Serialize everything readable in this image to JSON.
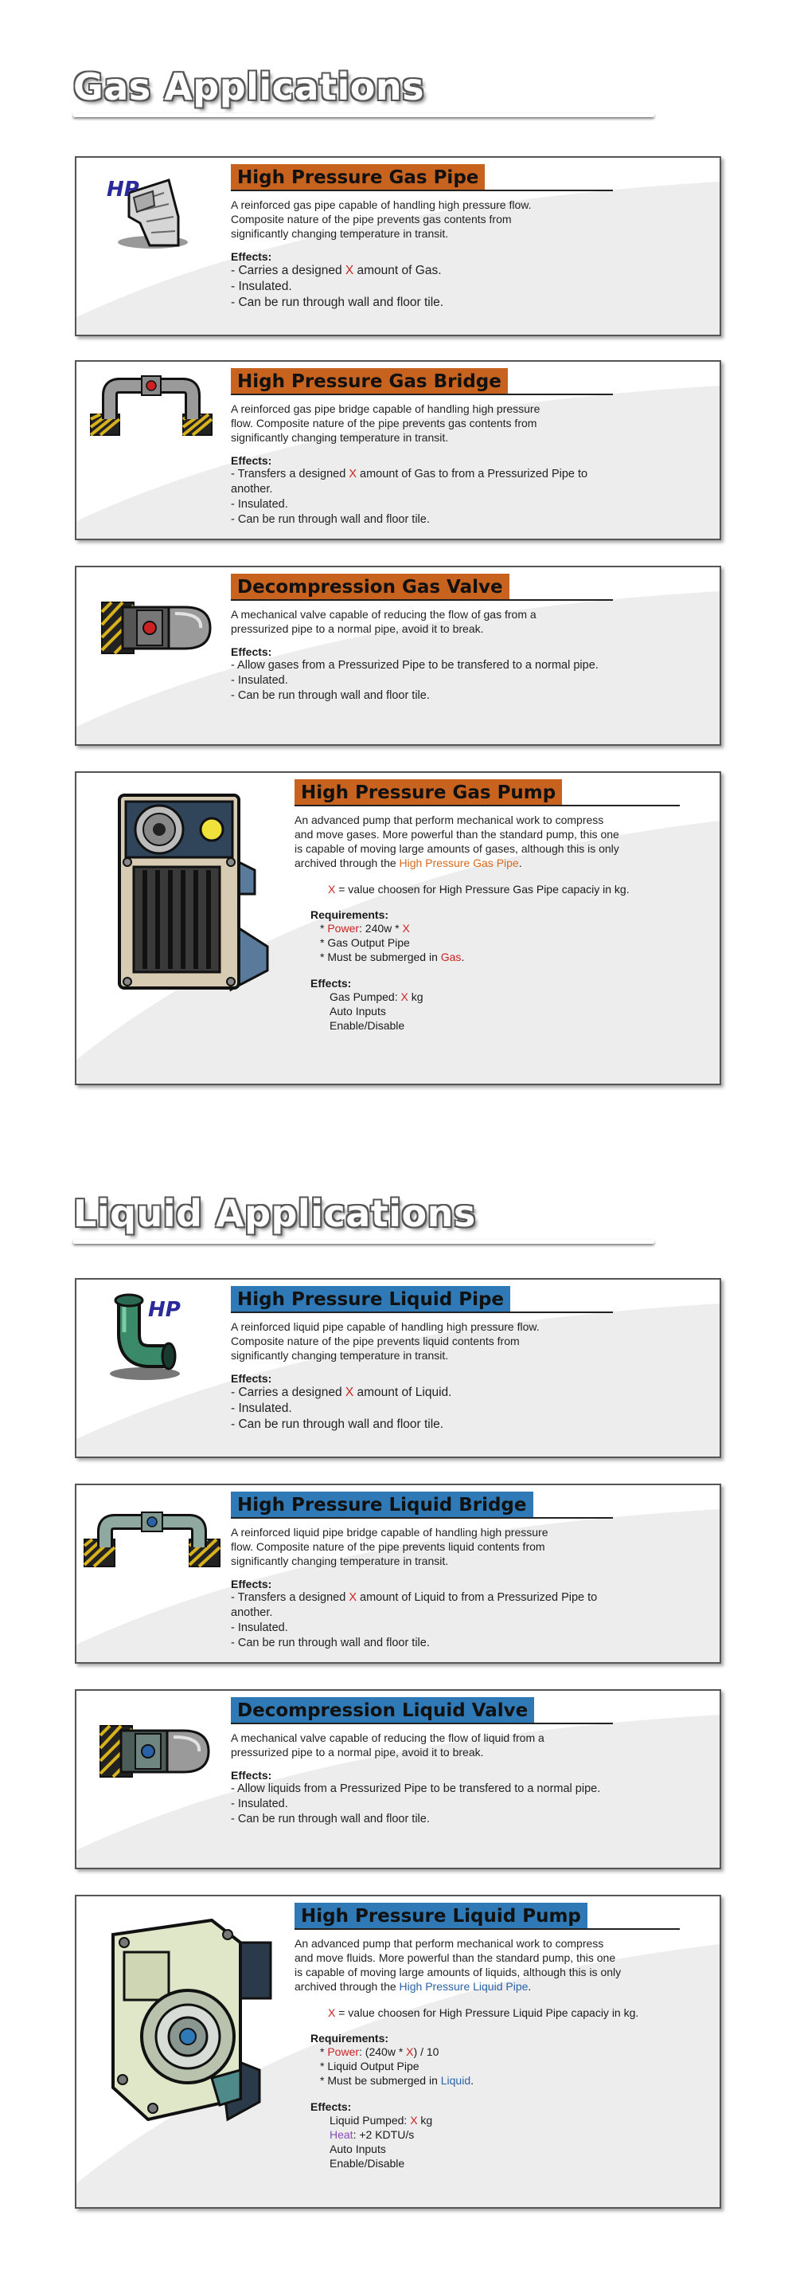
{
  "colors": {
    "gas_accent": "#c7621f",
    "liquid_accent": "#2f7ab6",
    "x_red": "#cc2222"
  },
  "gas_section": {
    "title": "Gas Applications",
    "hp_pipe": {
      "icon": "hp-gas-pipe-icon",
      "badge": "HP",
      "title": "High Pressure Gas Pipe",
      "desc": [
        "A reinforced gas pipe capable of handling high pressure flow.",
        "Composite nature of the pipe prevents gas contents from",
        "significantly changing temperature in transit."
      ],
      "effects_label": "Effects:",
      "effects": [
        {
          "pre": "- Carries a designed ",
          "x": "X",
          "post": " amount of Gas."
        },
        {
          "pre": "- Insulated.",
          "x": "",
          "post": ""
        },
        {
          "pre": "- Can be run through wall and floor tile.",
          "x": "",
          "post": ""
        }
      ]
    },
    "bridge": {
      "icon": "gas-bridge-icon",
      "title": "High Pressure Gas Bridge",
      "desc": [
        "A reinforced gas pipe bridge capable of handling high pressure",
        "flow. Composite nature of the pipe prevents gas contents from",
        "significantly changing temperature in transit."
      ],
      "effects_label": "Effects:",
      "effects": [
        {
          "pre": "- Transfers a designed ",
          "x": "X",
          "post": " amount of Gas to from a Pressurized Pipe to"
        },
        {
          "pre": "another.",
          "x": "",
          "post": ""
        },
        {
          "pre": "- Insulated.",
          "x": "",
          "post": ""
        },
        {
          "pre": "- Can be run through wall and floor tile.",
          "x": "",
          "post": ""
        }
      ]
    },
    "valve": {
      "icon": "gas-valve-icon",
      "title": "Decompression Gas Valve",
      "desc": [
        "A mechanical valve capable of reducing the flow of gas from a",
        "pressurized pipe to a normal pipe, avoid it to break."
      ],
      "effects_label": "Effects:",
      "effects": [
        {
          "pre": "- Allow gases from a Pressurized Pipe to be transfered to a normal pipe.",
          "x": "",
          "post": ""
        },
        {
          "pre": "- Insulated.",
          "x": "",
          "post": ""
        },
        {
          "pre": "- Can be run through wall and floor tile.",
          "x": "",
          "post": ""
        }
      ]
    },
    "pump": {
      "icon": "gas-pump-icon",
      "title": "High Pressure Gas Pump",
      "desc_lines": [
        "An advanced pump that perform mechanical work to compress",
        "and move gases. More powerful than the standard pump, this one",
        "is capable of moving large amounts of gases, although this is only"
      ],
      "desc_last_pre": "archived through the ",
      "desc_link": "High Pressure Gas Pipe",
      "desc_last_post": ".",
      "note_x": "X",
      "note_rest": " = value choosen for High Pressure Gas Pipe capaciy in kg.",
      "req_label": "Requirements:",
      "req_power_pre": "* ",
      "req_power_label": "Power",
      "req_power_mid": ": 240w * ",
      "req_power_x": "X",
      "req_power_post": "",
      "req_2": "* Gas Output Pipe",
      "req_3_pre": "* Must be submerged in ",
      "req_3_word": "Gas",
      "req_3_post": ".",
      "eff_label": "Effects:",
      "eff_1_pre": "Gas Pumped: ",
      "eff_1_x": "X",
      "eff_1_post": " kg",
      "eff_2": "Auto Inputs",
      "eff_3": "Enable/Disable"
    }
  },
  "liquid_section": {
    "title": "Liquid Applications",
    "hp_pipe": {
      "icon": "hp-liquid-pipe-icon",
      "badge": "HP",
      "title": "High Pressure Liquid Pipe",
      "desc": [
        "A reinforced liquid pipe capable of handling high pressure flow.",
        "Composite nature of the pipe prevents liquid contents from",
        "significantly changing temperature in transit."
      ],
      "effects_label": "Effects:",
      "effects": [
        {
          "pre": "- Carries a designed ",
          "x": "X",
          "post": " amount of Liquid."
        },
        {
          "pre": "- Insulated.",
          "x": "",
          "post": ""
        },
        {
          "pre": "- Can be run through wall and floor tile.",
          "x": "",
          "post": ""
        }
      ]
    },
    "bridge": {
      "icon": "liquid-bridge-icon",
      "title": "High Pressure Liquid Bridge",
      "desc": [
        "A reinforced liquid pipe bridge capable of handling high pressure",
        "flow. Composite nature of the pipe prevents liquid contents from",
        "significantly changing temperature in transit."
      ],
      "effects_label": "Effects:",
      "effects": [
        {
          "pre": "- Transfers a designed ",
          "x": "X",
          "post": " amount of Liquid to from a Pressurized Pipe to"
        },
        {
          "pre": "another.",
          "x": "",
          "post": ""
        },
        {
          "pre": "- Insulated.",
          "x": "",
          "post": ""
        },
        {
          "pre": "- Can be run through wall and floor tile.",
          "x": "",
          "post": ""
        }
      ]
    },
    "valve": {
      "icon": "liquid-valve-icon",
      "title": "Decompression Liquid Valve",
      "desc": [
        "A mechanical valve capable of reducing the flow of liquid from a",
        "pressurized pipe to a normal pipe, avoid it to break."
      ],
      "effects_label": "Effects:",
      "effects": [
        {
          "pre": "- Allow liquids from a Pressurized Pipe to be transfered to a normal pipe.",
          "x": "",
          "post": ""
        },
        {
          "pre": "- Insulated.",
          "x": "",
          "post": ""
        },
        {
          "pre": "- Can be run through wall and floor tile.",
          "x": "",
          "post": ""
        }
      ]
    },
    "pump": {
      "icon": "liquid-pump-icon",
      "title": "High Pressure Liquid Pump",
      "desc_lines": [
        "An advanced pump that perform mechanical work to compress",
        "and move fluids. More powerful than the standard pump, this one",
        "is capable of moving large amounts of liquids, although this is only"
      ],
      "desc_last_pre": "archived through the ",
      "desc_link": "High Pressure Liquid Pipe",
      "desc_last_post": ".",
      "note_x": "X",
      "note_rest": " = value choosen for High Pressure Liquid Pipe capaciy in kg.",
      "req_label": "Requirements:",
      "req_power_pre": "* ",
      "req_power_label": "Power",
      "req_power_mid": ": (240w * ",
      "req_power_x": "X",
      "req_power_post": ") / 10",
      "req_2": "* Liquid Output Pipe",
      "req_3_pre": "* Must be submerged in ",
      "req_3_word": "Liquid",
      "req_3_post": ".",
      "eff_label": "Effects:",
      "eff_1_pre": "Liquid Pumped: ",
      "eff_1_x": "X",
      "eff_1_post": " kg",
      "heat_label": "Heat",
      "heat_value": ": +2 KDTU/s",
      "eff_2": "Auto Inputs",
      "eff_3": "Enable/Disable"
    }
  }
}
